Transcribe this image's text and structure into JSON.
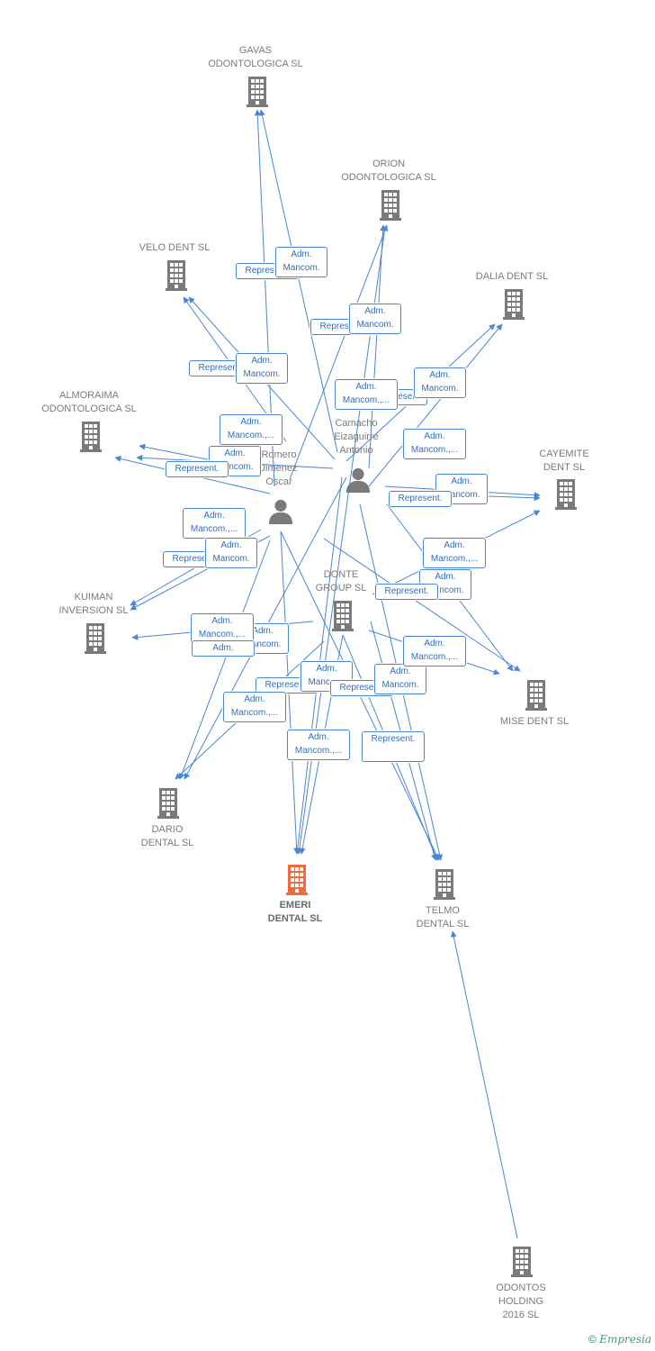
{
  "nodes": {
    "gavas": {
      "lines": [
        "GAVAS",
        "ODONTOLOGICA SL"
      ],
      "icon": "building-icon",
      "color": "#7a7a7a"
    },
    "orion": {
      "lines": [
        "ORION",
        "ODONTOLOGICA SL"
      ],
      "icon": "building-icon",
      "color": "#7a7a7a"
    },
    "velo": {
      "lines": [
        "VELO DENT SL"
      ],
      "icon": "building-icon",
      "color": "#7a7a7a"
    },
    "dalia": {
      "lines": [
        "DALIA DENT SL"
      ],
      "icon": "building-icon",
      "color": "#7a7a7a"
    },
    "almoraima": {
      "lines": [
        "ALMORAIMA",
        "ODONTOLOGICA SL"
      ],
      "icon": "building-icon",
      "color": "#7a7a7a"
    },
    "cayemite": {
      "lines": [
        "CAYEMITE",
        "DENT SL"
      ],
      "icon": "building-icon",
      "color": "#7a7a7a"
    },
    "camacho": {
      "lines": [
        "Camacho",
        "Eizaguirre",
        "Antonio"
      ],
      "icon": "person-icon",
      "color": "#7a7a7a"
    },
    "romero": {
      "lines": [
        "Romero",
        "Jimenez",
        "Oscar"
      ],
      "icon": "person-icon",
      "color": "#7a7a7a"
    },
    "donte": {
      "lines": [
        "DONTE",
        "GROUP SL"
      ],
      "icon": "building-icon",
      "color": "#7a7a7a"
    },
    "kuiman": {
      "lines": [
        "KUIMAN",
        "INVERSION SL"
      ],
      "icon": "building-icon",
      "color": "#7a7a7a"
    },
    "mise": {
      "lines": [
        "MISE DENT SL"
      ],
      "icon": "building-icon",
      "color": "#7a7a7a"
    },
    "dario": {
      "lines": [
        "DARIO",
        "DENTAL SL"
      ],
      "icon": "building-icon",
      "color": "#7a7a7a"
    },
    "emeri": {
      "lines": [
        "EMERI",
        "DENTAL SL"
      ],
      "icon": "building-icon",
      "color": "#f26a3d",
      "focus": true
    },
    "telmo": {
      "lines": [
        "TELMO",
        "DENTAL SL"
      ],
      "icon": "building-icon",
      "color": "#7a7a7a"
    },
    "odontos": {
      "lines": [
        "ODONTOS",
        "HOLDING",
        "2016 SL"
      ],
      "icon": "building-icon",
      "color": "#7a7a7a"
    }
  },
  "edge_labels": [
    {
      "lines": [
        "Represent."
      ]
    },
    {
      "lines": [
        "Adm.",
        "Mancom."
      ]
    },
    {
      "lines": [
        "Represent."
      ]
    },
    {
      "lines": [
        "Adm.",
        "Mancom."
      ]
    },
    {
      "lines": [
        "Represent."
      ]
    },
    {
      "lines": [
        "Adm.",
        "Mancom."
      ]
    },
    {
      "lines": [
        "Represent."
      ]
    },
    {
      "lines": [
        "Adm.",
        "Mancom.,..."
      ]
    },
    {
      "lines": [
        "Adm.",
        "Mancom."
      ]
    },
    {
      "lines": [
        "Adm.",
        "Mancom.,..."
      ]
    },
    {
      "lines": [
        "Adm.",
        "Mancom."
      ]
    },
    {
      "lines": [
        "Adm.",
        "Mancom.,..."
      ]
    },
    {
      "lines": [
        "Represent."
      ]
    },
    {
      "lines": [
        "Adm.",
        "Mancom."
      ]
    },
    {
      "lines": [
        "Represent."
      ]
    },
    {
      "lines": [
        "Adm.",
        "Mancom."
      ]
    },
    {
      "lines": [
        "Adm.",
        "Mancom.,..."
      ]
    },
    {
      "lines": [
        "Represent."
      ]
    },
    {
      "lines": [
        "Adm.",
        "Mancom."
      ]
    },
    {
      "lines": [
        "Adm.",
        "Mancom.,..."
      ]
    },
    {
      "lines": [
        "Represent."
      ]
    },
    {
      "lines": [
        "Adm.",
        "Mancom."
      ]
    },
    {
      "lines": [
        "Adm.",
        "Mancom.,..."
      ]
    },
    {
      "lines": [
        "Adm.",
        "Mancom."
      ]
    },
    {
      "lines": [
        "Represent."
      ]
    },
    {
      "lines": [
        "Adm.",
        "Mancom."
      ]
    },
    {
      "lines": [
        "Represent."
      ]
    },
    {
      "lines": [
        "Adm.",
        "Mancom."
      ]
    },
    {
      "lines": [
        "Adm.",
        "Mancom.,..."
      ]
    },
    {
      "lines": [
        "Adm.",
        "Mancom.,..."
      ]
    },
    {
      "lines": [
        "Adm.",
        "Mancom.,..."
      ]
    },
    {
      "lines": [
        "Represent."
      ]
    }
  ],
  "footer": {
    "copyright": "©",
    "brand": "Empresia"
  },
  "colors": {
    "edge": "#4a86d6",
    "label_text": "#2f6fc2",
    "node_text": "#7b7b7b"
  }
}
